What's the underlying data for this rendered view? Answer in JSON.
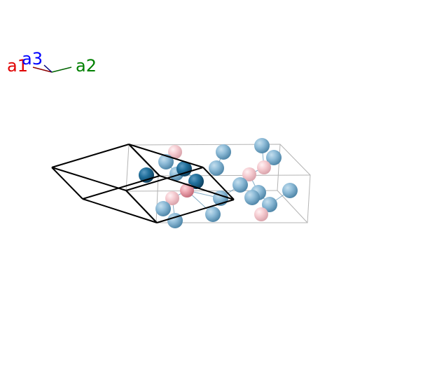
{
  "axes": {
    "a1": {
      "label": "a1",
      "color": "#e00000"
    },
    "a2": {
      "label": "a2",
      "color": "#008000"
    },
    "a3": {
      "label": "a3",
      "color": "#0000ff"
    }
  },
  "colors": {
    "background": "#ffffff",
    "primitive_cell_edges": "#000000",
    "supercell_edges": "#b4b4b4",
    "bond": "#6f9fbd",
    "atom_blue_light": "#7fb0cf",
    "atom_blue_dark": "#1f6a94",
    "atom_pink_light": "#f4c7cc",
    "atom_pink_dark": "#e79aa6"
  },
  "atom_kinds": [
    "blue-light",
    "blue-dark",
    "pink-light",
    "pink-dark"
  ]
}
